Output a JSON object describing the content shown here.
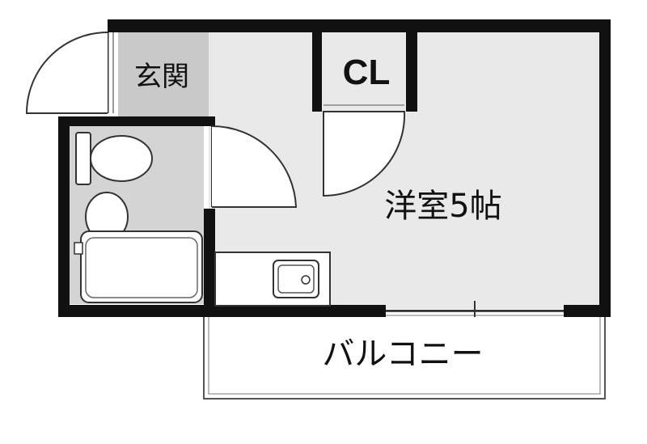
{
  "plan": {
    "rooms": {
      "entrance": "玄関",
      "closet": "CL",
      "western_room": "洋室5帖",
      "balcony": "バルコニー"
    },
    "colors": {
      "wall": "#111111",
      "room_floor": "#e9e9e9",
      "entrance_floor": "#c9c9c9",
      "wet_area_floor": "#d4d4d4",
      "fixture_fill": "#ffffff",
      "balcony_outline": "#555555"
    }
  }
}
